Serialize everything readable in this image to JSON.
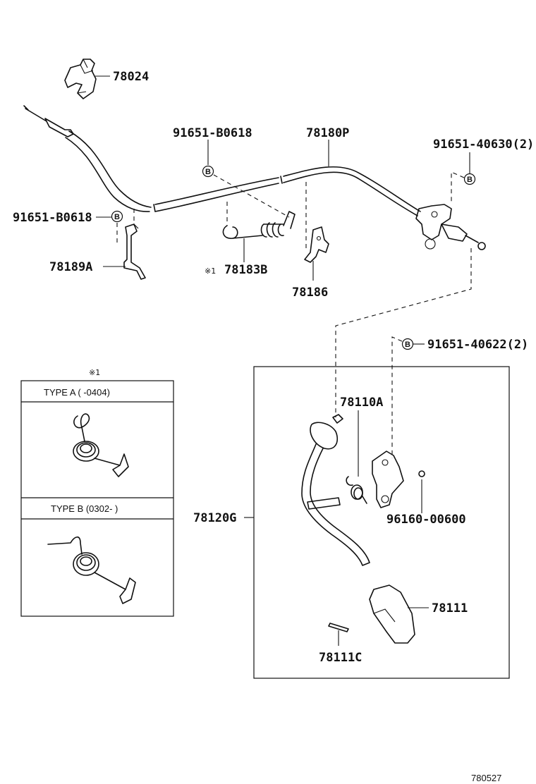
{
  "parts": {
    "p78024": "78024",
    "p91651_b0618_top": "91651-B0618",
    "p78180p": "78180P",
    "p91651_40630": "91651-40630(2)",
    "p91651_b0618_left": "91651-B0618",
    "p78189a": "78189A",
    "p78183b": "78183B",
    "p78186": "78186",
    "p91651_40622": "91651-40622(2)",
    "p78110a": "78110A",
    "p78120g": "78120G",
    "p96160_00600": "96160-00600",
    "p78111": "78111",
    "p78111c": "78111C"
  },
  "note_mark": "※1",
  "note_mark_183": "※1",
  "bolt_symbol": "B",
  "inset": {
    "type_a": "TYPE A (        -0404)",
    "type_b": "TYPE B (0302-          )"
  },
  "footer_code": "780527"
}
